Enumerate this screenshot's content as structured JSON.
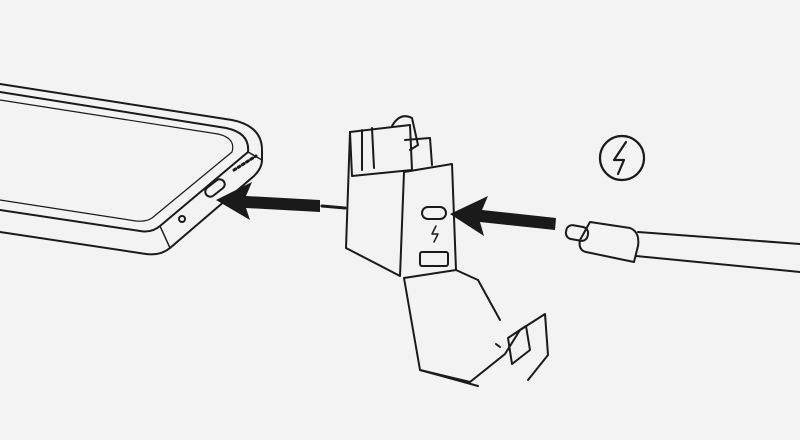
{
  "illustration": {
    "icons": [
      "phone",
      "arrow-left",
      "adapter",
      "arrow-left",
      "lightning-bolt",
      "usb-c-cable"
    ],
    "colors": {
      "background": "#f3f3f3",
      "line": "#1a1a1a",
      "arrow": "#1a1a1a"
    }
  }
}
